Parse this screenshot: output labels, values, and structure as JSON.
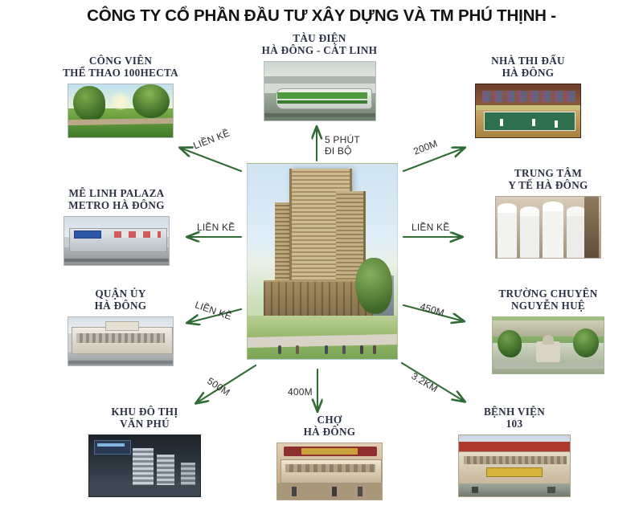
{
  "header": {
    "title": "CÔNG TY CỔ PHẦN ĐẦU TƯ XÂY DỰNG VÀ TM PHÚ THỊNH -"
  },
  "center": {
    "name": "central-project-render",
    "alt": "Phối cảnh tòa nhà cao tầng dự án"
  },
  "nodes": [
    {
      "id": "cong-vien-the-thao",
      "line1": "CÔNG VIÊN",
      "line2": "THỂ THAO 100HECTA"
    },
    {
      "id": "tau-dien",
      "line1": "TÀU ĐIỆN",
      "line2": "HÀ ĐÔNG - CÁT LINH"
    },
    {
      "id": "nha-thi-dau",
      "line1": "NHÀ THI ĐẤU",
      "line2": "HÀ ĐÔNG"
    },
    {
      "id": "me-linh-palaza",
      "line1": "MÊ LINH PALAZA",
      "line2": "METRO HÀ ĐÔNG"
    },
    {
      "id": "trung-tam-y-te",
      "line1": "TRUNG TÂM",
      "line2": "Y TẾ HÀ ĐÔNG"
    },
    {
      "id": "quan-uy",
      "line1": "QUẬN ỦY",
      "line2": "HÀ ĐÔNG"
    },
    {
      "id": "truong-chuyen",
      "line1": "TRƯỜNG CHUYÊN",
      "line2": "NGUYỄN HUỆ"
    },
    {
      "id": "khu-do-thi-van-phu",
      "line1": "KHU ĐÔ THỊ",
      "line2": "VĂN PHÚ"
    },
    {
      "id": "cho-ha-dong",
      "line1": "CHỢ",
      "line2": "HÀ ĐÔNG"
    },
    {
      "id": "benh-vien-103",
      "line1": "BỆNH VIỆN",
      "line2": "103"
    }
  ],
  "arrows": [
    {
      "id": "to-cong-vien",
      "label_line1": "LIỀN KỀ",
      "label_line2": "",
      "target": "cong-vien-the-thao"
    },
    {
      "id": "to-tau-dien",
      "label_line1": "5 PHÚT",
      "label_line2": "ĐI BỘ",
      "target": "tau-dien"
    },
    {
      "id": "to-nha-thi-dau",
      "label_line1": "200M",
      "label_line2": "",
      "target": "nha-thi-dau"
    },
    {
      "id": "to-me-linh",
      "label_line1": "LIỀN KỀ",
      "label_line2": "",
      "target": "me-linh-palaza"
    },
    {
      "id": "to-trung-tam-yte",
      "label_line1": "LIỀN KỀ",
      "label_line2": "",
      "target": "trung-tam-y-te"
    },
    {
      "id": "to-quan-uy",
      "label_line1": "LIỀN KỀ",
      "label_line2": "",
      "target": "quan-uy"
    },
    {
      "id": "to-truong-chuyen",
      "label_line1": "450M",
      "label_line2": "",
      "target": "truong-chuyen"
    },
    {
      "id": "to-van-phu",
      "label_line1": "500M",
      "label_line2": "",
      "target": "khu-do-thi-van-phu"
    },
    {
      "id": "to-cho-ha-dong",
      "label_line1": "400M",
      "label_line2": "",
      "target": "cho-ha-dong"
    },
    {
      "id": "to-benh-vien",
      "label_line1": "3.2KM",
      "label_line2": "",
      "target": "benh-vien-103"
    }
  ],
  "colors": {
    "arrow_green": "#2f6b33",
    "title_black": "#141414",
    "caption_navy": "#2b3244",
    "background": "#ffffff"
  }
}
